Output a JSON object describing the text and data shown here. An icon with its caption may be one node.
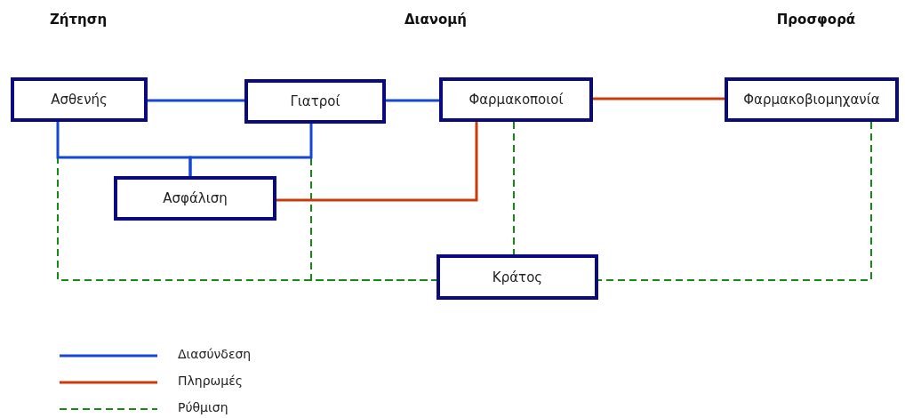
{
  "diagram": {
    "nodes": [
      {
        "text": [
          "Ασθενής"
        ]
      },
      {
        "text": [
          "Γιατροί"
        ]
      },
      {
        "text": [
          "Φαρμακοποιοί"
        ]
      },
      {
        "text": [
          "Φαρμακοβιομηχανία"
        ]
      },
      {
        "text": [
          "Ασφάλιση"
        ]
      },
      {
        "text": [
          "Κράτος"
        ]
      }
    ],
    "edges": [
      {
        "from": 0,
        "to": 1,
        "arrow": "none",
        "color": "#1446d8"
      },
      {
        "from": 1,
        "to": 2,
        "arrow": "none",
        "color": "#1446d8"
      },
      {
        "from": 4,
        "to": 0,
        "arrow": "none",
        "color": "#1446d8"
      },
      {
        "from": 4,
        "to": 1,
        "arrow": "none",
        "color": "#1446d8"
      },
      {
        "from": 2,
        "to": 3,
        "arrow": "none",
        "color": "#cc3a0a"
      },
      {
        "from": 4,
        "to": 2,
        "arrow": "none",
        "color": "#cc3a0a"
      },
      {
        "from": 0,
        "to": 5,
        "arrow": "none",
        "style": "dashed",
        "color": "#158a15"
      },
      {
        "from": 1,
        "to": 5,
        "arrow": "none",
        "style": "dashed",
        "color": "#158a15"
      },
      {
        "from": 2,
        "to": 5,
        "arrow": "none",
        "style": "dashed",
        "color": "#158a15"
      },
      {
        "from": 3,
        "to": 5,
        "arrow": "none",
        "style": "dashed",
        "color": "#158a15"
      }
    ],
    "labels": [
      "Ζήτηση",
      "Διανομή",
      "Προσφορά"
    ],
    "legend": [
      {
        "text": "Διασύνδεση"
      },
      {
        "text": "Πληρωμές"
      },
      {
        "text": "Ρύθμιση"
      }
    ]
  }
}
